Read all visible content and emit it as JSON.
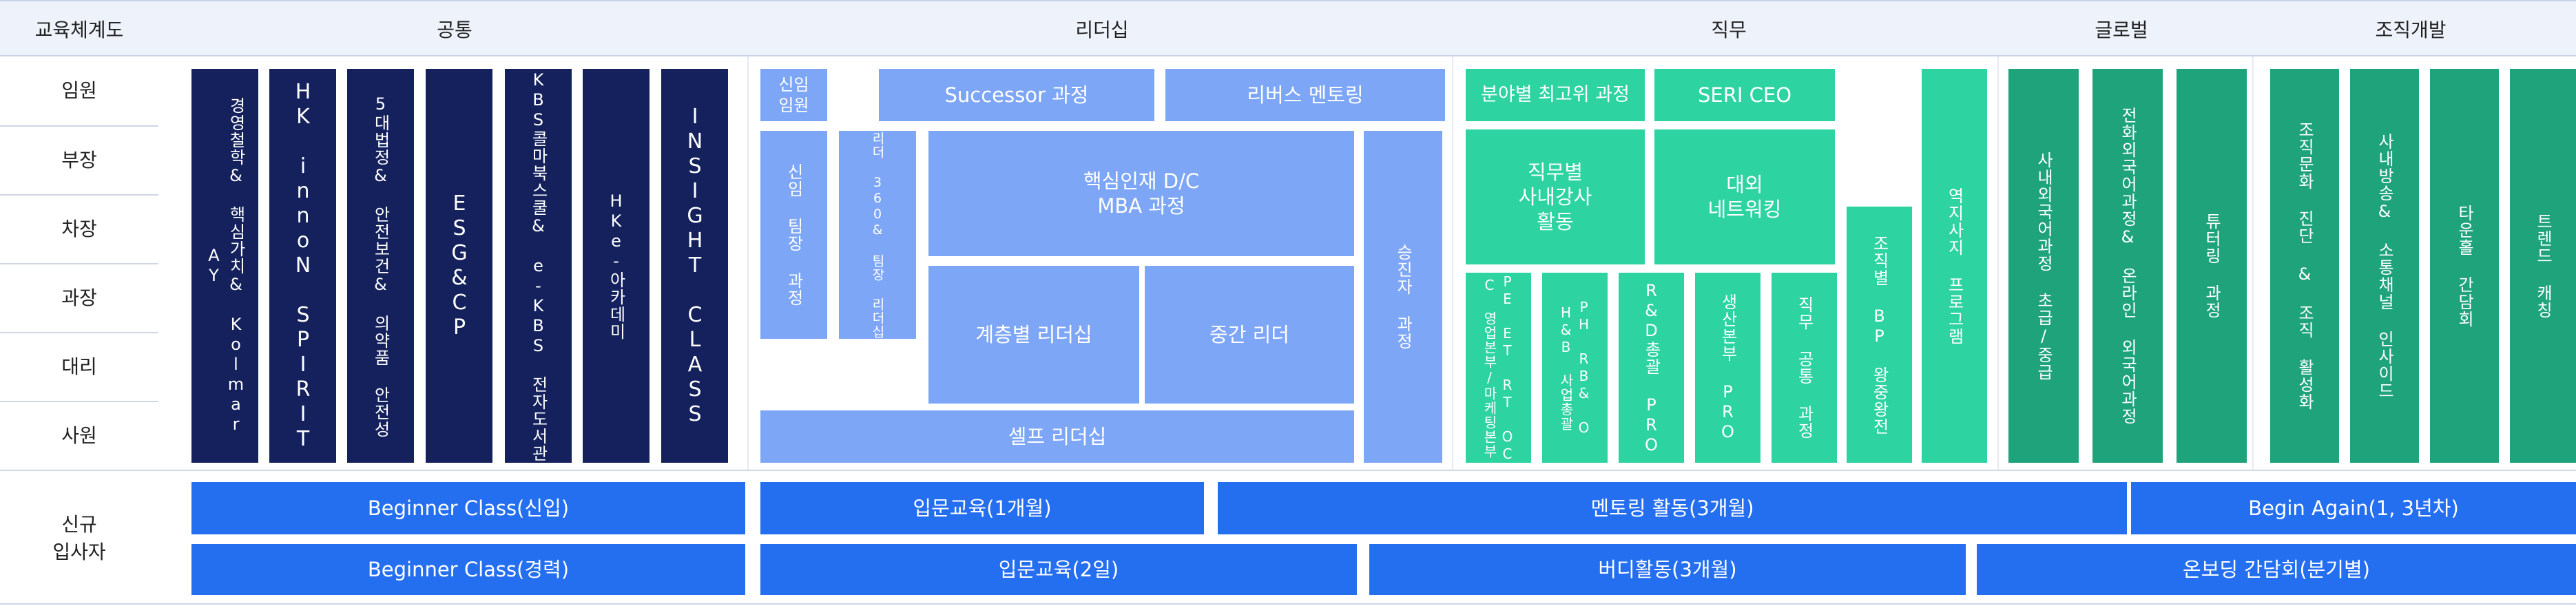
{
  "header": {
    "corner": "교육체계도",
    "groups": [
      "공통",
      "리더십",
      "직무",
      "글로벌",
      "조직개발"
    ]
  },
  "rows": [
    "임원",
    "부장",
    "차장",
    "과장",
    "대리",
    "사원",
    "신규\n입사자"
  ],
  "common": [
    "경영철학& 핵심가치& Kolmar AY",
    "HK innoN SPIRIT",
    "5대법정& 안전보건& 의약품 안전성",
    "ESG&CP",
    "KBS콜마북스쿨& e-KBS 전자도서관",
    "HKe-아카데미",
    "INSIGHT CLASS"
  ],
  "leadership": {
    "new_exec": "신임\n임원",
    "successor": "Successor 과정",
    "reverse_mentoring": "리버스 멘토링",
    "new_team_lead": "신임 팀장 과정",
    "leader360": "리더 360& 팀장 리더십",
    "core_talent": "핵심인재 D/C\nMBA 과정",
    "promotion": "승진자 과정",
    "tiered": "계층별 리더십",
    "middle": "중간 리더",
    "self": "셀프 리더십"
  },
  "job": {
    "best_by_field": "분야별 최고위 과정",
    "seri_ceo": "SERI CEO",
    "internal_instructor": "직무별\n사내강사\n활동",
    "external_network": "대외\n네트워킹",
    "peet": "PE ET RT OC C 영업본부/마케팅본부",
    "phb": "PH RB& O H&B 사업총괄",
    "rnd": "R&D총괄 PRO",
    "production": "생산본부 PRO",
    "common_job": "직무 공통 과정",
    "org_bp": "조직별 BP 왕중왕전",
    "reverse_tutor": "역지사지 프로그램"
  },
  "global": [
    "사내외국어과정 초급/중급",
    "전화외국어과정& 온라인 외국어과정",
    "튜터링 과정"
  ],
  "orgdev": [
    "조직문화 진단 & 조직 활성화",
    "사내방송& 소통채널 인사이드",
    "타운홀 간담회",
    "트렌드 캐칭"
  ],
  "newhire_row1": [
    "Beginner Class(신입)",
    "입문교육(1개월)",
    "멘토링 활동(3개월)",
    "Begin Again(1, 3년차)"
  ],
  "newhire_row2": [
    "Beginner Class(경력)",
    "입문교육(2일)",
    "버디활동(3개월)",
    "온보딩 간담회(분기별)"
  ],
  "colors": {
    "navy": "#14215c",
    "light_blue": "#7ea6f6",
    "teal": "#2dd3a0",
    "dark_teal": "#1ea37a",
    "blue": "#246ef0",
    "header_bg": "#eef2fb"
  }
}
